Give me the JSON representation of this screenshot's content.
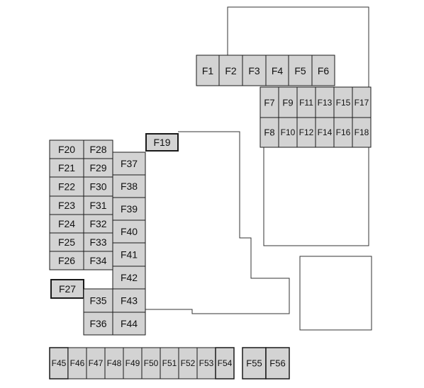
{
  "fuses": {
    "F1": "F1",
    "F2": "F2",
    "F3": "F3",
    "F4": "F4",
    "F5": "F5",
    "F6": "F6",
    "F7": "F7",
    "F8": "F8",
    "F9": "F9",
    "F10": "F10",
    "F11": "F11",
    "F12": "F12",
    "F13": "F13",
    "F14": "F14",
    "F15": "F15",
    "F16": "F16",
    "F17": "F17",
    "F18": "F18",
    "F19": "F19",
    "F20": "F20",
    "F21": "F21",
    "F22": "F22",
    "F23": "F23",
    "F24": "F24",
    "F25": "F25",
    "F26": "F26",
    "F27": "F27",
    "F28": "F28",
    "F29": "F29",
    "F30": "F30",
    "F31": "F31",
    "F32": "F32",
    "F33": "F33",
    "F34": "F34",
    "F35": "F35",
    "F36": "F36",
    "F37": "F37",
    "F38": "F38",
    "F39": "F39",
    "F40": "F40",
    "F41": "F41",
    "F42": "F42",
    "F43": "F43",
    "F44": "F44",
    "F45": "F45",
    "F46": "F46",
    "F47": "F47",
    "F48": "F48",
    "F49": "F49",
    "F50": "F50",
    "F51": "F51",
    "F52": "F52",
    "F53": "F53",
    "F54": "F54",
    "F55": "F55",
    "F56": "F56"
  },
  "colors": {
    "fuse_fill": "#d3d3d3",
    "fuse_stroke": "#1a1a1a",
    "outline": "#333333"
  }
}
